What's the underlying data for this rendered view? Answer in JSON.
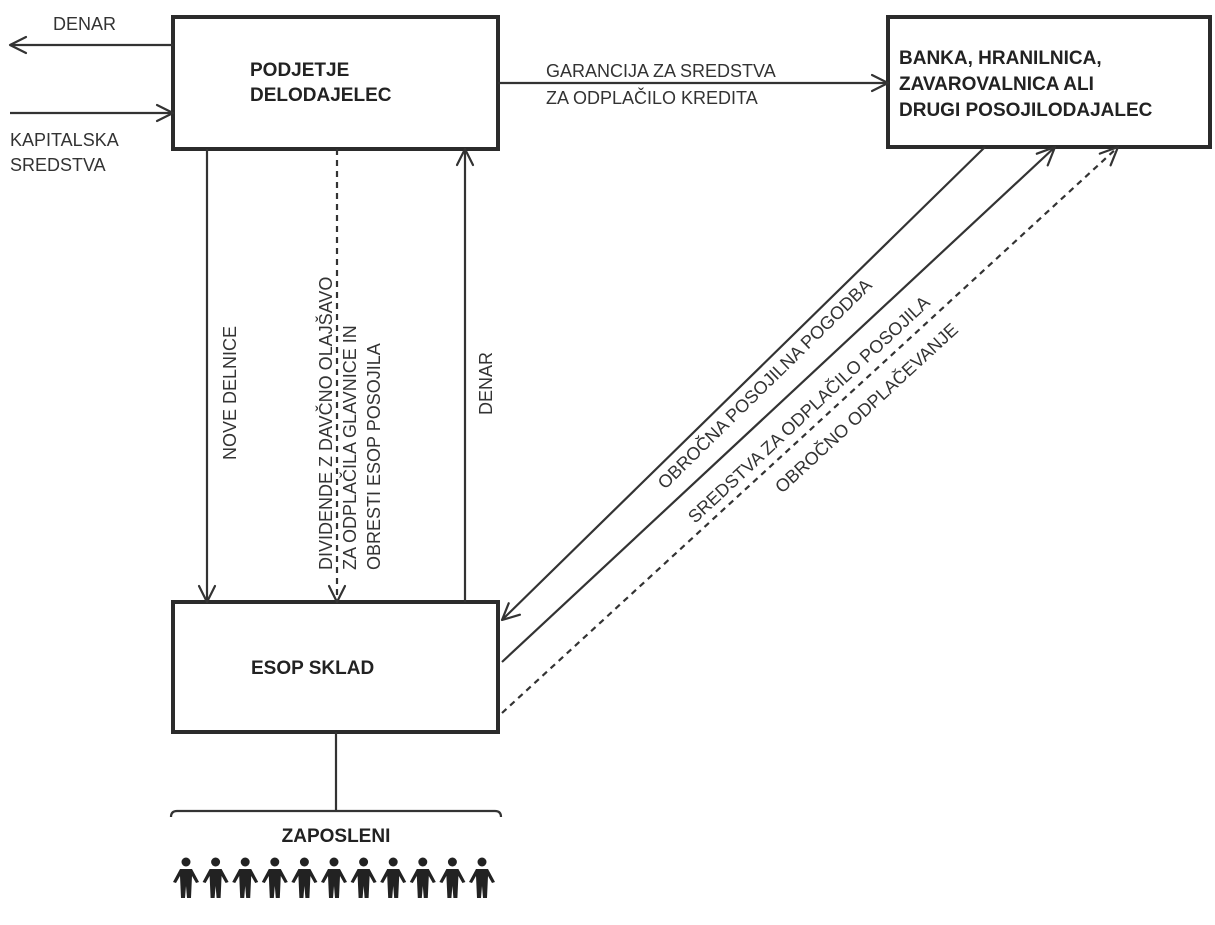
{
  "boxes": {
    "company": {
      "line1": "PODJETJE",
      "line2": "DELODAJELEC"
    },
    "bank": {
      "line1": "BANKA, HRANILNICA,",
      "line2": "ZAVAROVALNICA ALI",
      "line3": "DRUGI POSOJILODAJALEC"
    },
    "esop": {
      "label": "ESOP SKLAD"
    }
  },
  "flows": {
    "money_out": "DENAR",
    "capital_in": {
      "line1": "KAPITALSKA",
      "line2": "SREDSTVA"
    },
    "guarantee": {
      "line1": "GARANCIJA ZA SREDSTVA",
      "line2": "ZA ODPLAČILO KREDITA"
    },
    "new_shares": "NOVE DELNICE",
    "dividends": {
      "line1": "DIVIDENDE Z DAVČNO OLAJŠAVO",
      "line2": "ZA ODPLAČILA GLAVNICE IN",
      "line3": "OBRESTI ESOP POSOJILA"
    },
    "money_up": "DENAR",
    "loan_agreement": "OBROČNA POSOJILNA POGODBA",
    "repayment_funds": "SREDSTVA ZA ODPLAČILO POSOJILA",
    "installment_repayment": "OBROČNO ODPLAČEVANJE"
  },
  "employees": {
    "label": "ZAPOSLENI",
    "count": 11
  }
}
